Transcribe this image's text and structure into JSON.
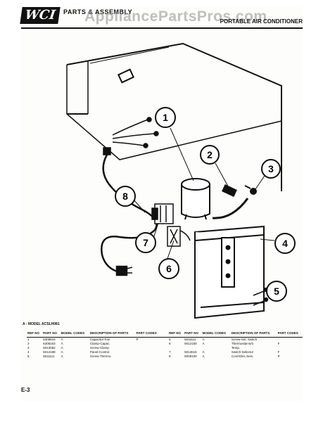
{
  "header": {
    "logo": "WCI",
    "subtitle": "PARTS & ASSEMBLY",
    "section_title": "PORTABLE AIR CONDITIONER",
    "watermark": "AppliancePartsPros.com"
  },
  "callouts": [
    "1",
    "2",
    "3",
    "4",
    "5",
    "6",
    "7",
    "8"
  ],
  "model_line": "A - MODEL ACSLH081",
  "table": {
    "headers": {
      "ref_no": "REF NO",
      "part_no": "PART NO",
      "model_codes": "MODEL CODES",
      "description": "DESCRIPTION OF PARTS",
      "part_codes": "PART CODES"
    },
    "left_rows": [
      {
        "ref": "1",
        "part": "5308816",
        "model": "A",
        "desc": "Capacitor-Fan",
        "code": "P"
      },
      {
        "ref": "2",
        "part": "5308163",
        "model": "A",
        "desc": "Clamp-Capac.",
        "code": ""
      },
      {
        "ref": "3",
        "part": "5013082",
        "model": "A",
        "desc": "Screw-Clamp",
        "code": ""
      },
      {
        "ref": "4",
        "part": "5012188",
        "model": "A",
        "desc": "Panel-Control",
        "code": ""
      },
      {
        "ref": "5",
        "part": "5011111",
        "model": "A",
        "desc": "Screw-Thermo.",
        "code": ""
      }
    ],
    "right_rows": [
      {
        "ref": "5",
        "part": "5011111",
        "model": "A",
        "desc": "Screw-Sel. Switch",
        "code": ""
      },
      {
        "ref": "6",
        "part": "5012150",
        "model": "A",
        "desc": "Thermostat-w/o",
        "code": "F"
      },
      {
        "ref": "",
        "part": "",
        "model": "",
        "desc": "Temp.",
        "code": ""
      },
      {
        "ref": "7",
        "part": "5013615",
        "model": "A",
        "desc": "Switch-Selector",
        "code": "F"
      },
      {
        "ref": "8",
        "part": "5008100",
        "model": "A",
        "desc": "Cord-Elec.Serv.",
        "code": "P"
      }
    ]
  },
  "page_number": "E-3"
}
